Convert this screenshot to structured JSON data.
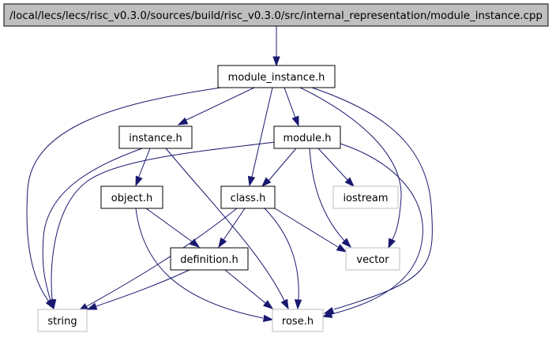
{
  "diagram": {
    "colors": {
      "edge": "#191970",
      "root_fill": "#bfbfbf",
      "box_border": "#000000",
      "external_border": "#bfbfbf",
      "text": "#000000"
    },
    "nodes": [
      {
        "id": "root",
        "label": "/local/lecs/lecs/risc_v0.3.0/sources/build/risc_v0.3.0/src/internal_representation/module_instance.cpp",
        "kind": "root"
      },
      {
        "id": "module_instance_h",
        "label": "module_instance.h",
        "kind": "header"
      },
      {
        "id": "instance_h",
        "label": "instance.h",
        "kind": "header"
      },
      {
        "id": "module_h",
        "label": "module.h",
        "kind": "header"
      },
      {
        "id": "object_h",
        "label": "object.h",
        "kind": "header"
      },
      {
        "id": "class_h",
        "label": "class.h",
        "kind": "header"
      },
      {
        "id": "iostream",
        "label": "iostream",
        "kind": "external"
      },
      {
        "id": "definition_h",
        "label": "definition.h",
        "kind": "header"
      },
      {
        "id": "vector",
        "label": "vector",
        "kind": "external"
      },
      {
        "id": "string",
        "label": "string",
        "kind": "external"
      },
      {
        "id": "rose_h",
        "label": "rose.h",
        "kind": "external"
      }
    ],
    "edges": [
      {
        "from": "root",
        "to": "module_instance_h"
      },
      {
        "from": "module_instance_h",
        "to": "string"
      },
      {
        "from": "module_instance_h",
        "to": "instance_h"
      },
      {
        "from": "module_instance_h",
        "to": "module_h"
      },
      {
        "from": "module_instance_h",
        "to": "class_h"
      },
      {
        "from": "module_instance_h",
        "to": "vector"
      },
      {
        "from": "module_instance_h",
        "to": "rose_h"
      },
      {
        "from": "instance_h",
        "to": "string"
      },
      {
        "from": "instance_h",
        "to": "object_h"
      },
      {
        "from": "instance_h",
        "to": "rose_h"
      },
      {
        "from": "module_h",
        "to": "string"
      },
      {
        "from": "module_h",
        "to": "class_h"
      },
      {
        "from": "module_h",
        "to": "iostream"
      },
      {
        "from": "module_h",
        "to": "vector"
      },
      {
        "from": "module_h",
        "to": "rose_h"
      },
      {
        "from": "object_h",
        "to": "definition_h"
      },
      {
        "from": "object_h",
        "to": "rose_h"
      },
      {
        "from": "class_h",
        "to": "string"
      },
      {
        "from": "class_h",
        "to": "definition_h"
      },
      {
        "from": "class_h",
        "to": "vector"
      },
      {
        "from": "class_h",
        "to": "rose_h"
      },
      {
        "from": "definition_h",
        "to": "string"
      },
      {
        "from": "definition_h",
        "to": "rose_h"
      }
    ]
  }
}
